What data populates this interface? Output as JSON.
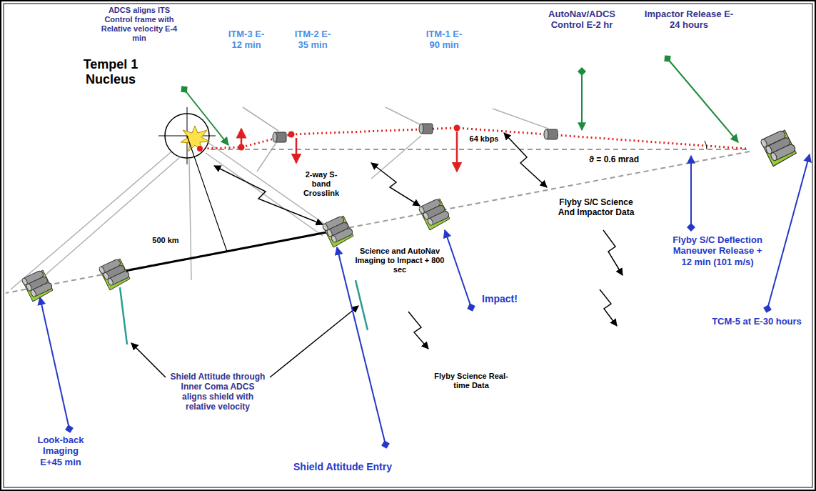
{
  "diagram": {
    "labels": [
      "ADCS aligns ITS Control frame with Relative velocity E-4 min",
      "Tempel 1 Nucleus",
      "ITM-3 E-12 min",
      "ITM-2 E-35 min",
      "ITM-1 E-90 min",
      "AutoNav/ADCS Control E-2 hr",
      "Impactor Release E-24 hours",
      "2-way S-band Crosslink",
      "64 kbps",
      "ϑ = 0.6 mrad",
      "Flyby S/C Science And Impactor Data",
      "Flyby S/C Deflection Maneuver Release + 12 min (101 m/s)",
      "TCM-5 at E-30 hours",
      "500 km",
      "Science and AutoNav Imaging to Impact + 800 sec",
      "Impact!",
      "Shield Attitude through Inner Coma ADCS aligns shield with relative velocity",
      "Flyby Science Real-time Data",
      "Shield Attitude Entry",
      "Look-back Imaging E+45 min"
    ]
  }
}
